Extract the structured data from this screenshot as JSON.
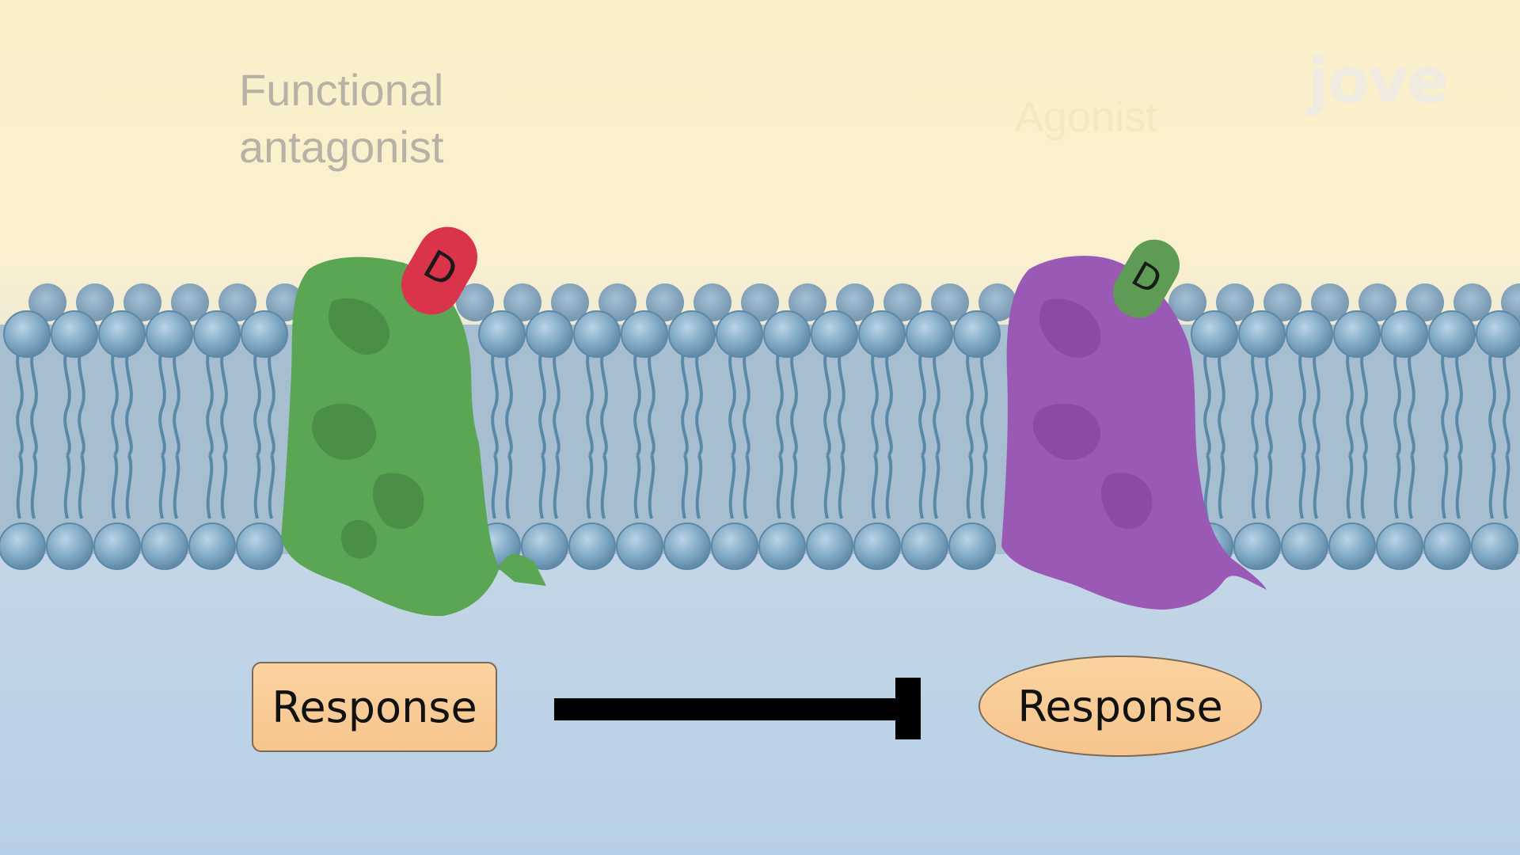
{
  "labels": {
    "functional_antagonist": "Functional antagonist",
    "agonist": "Agonist"
  },
  "logo": "jove",
  "drugs": {
    "left": "D",
    "right": "D"
  },
  "responses": {
    "left": "Response",
    "right": "Response"
  },
  "colors": {
    "receptor_left": "#5aa654",
    "receptor_right": "#9b59b6",
    "drug_left": "#d9344a",
    "drug_right": "#5e9b54",
    "lipid_head": "#7ea7c2",
    "response_fill": "#f6c58d"
  }
}
